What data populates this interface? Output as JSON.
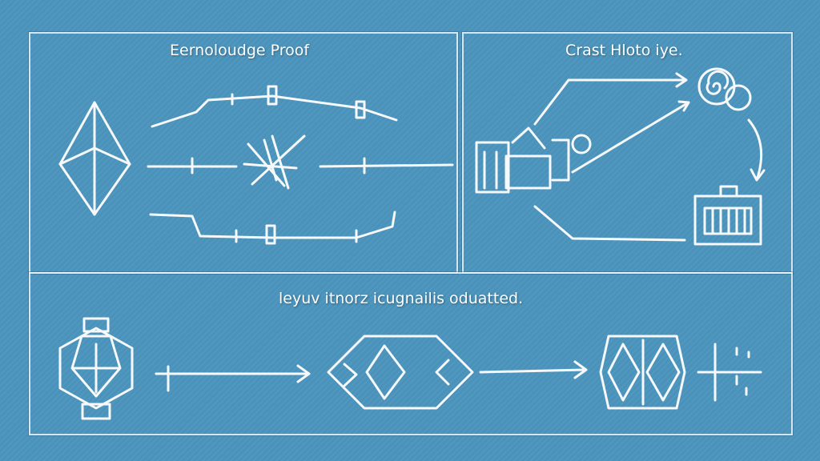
{
  "panels": {
    "top_left": {
      "title": "Eernoloudge Proof"
    },
    "top_right": {
      "title": "Crast Hloto iye."
    },
    "bottom": {
      "title": "leyuv itnorz icugnailis oduatted."
    }
  },
  "colors": {
    "background": "#4b95be",
    "stroke": "#f6f8fa"
  }
}
